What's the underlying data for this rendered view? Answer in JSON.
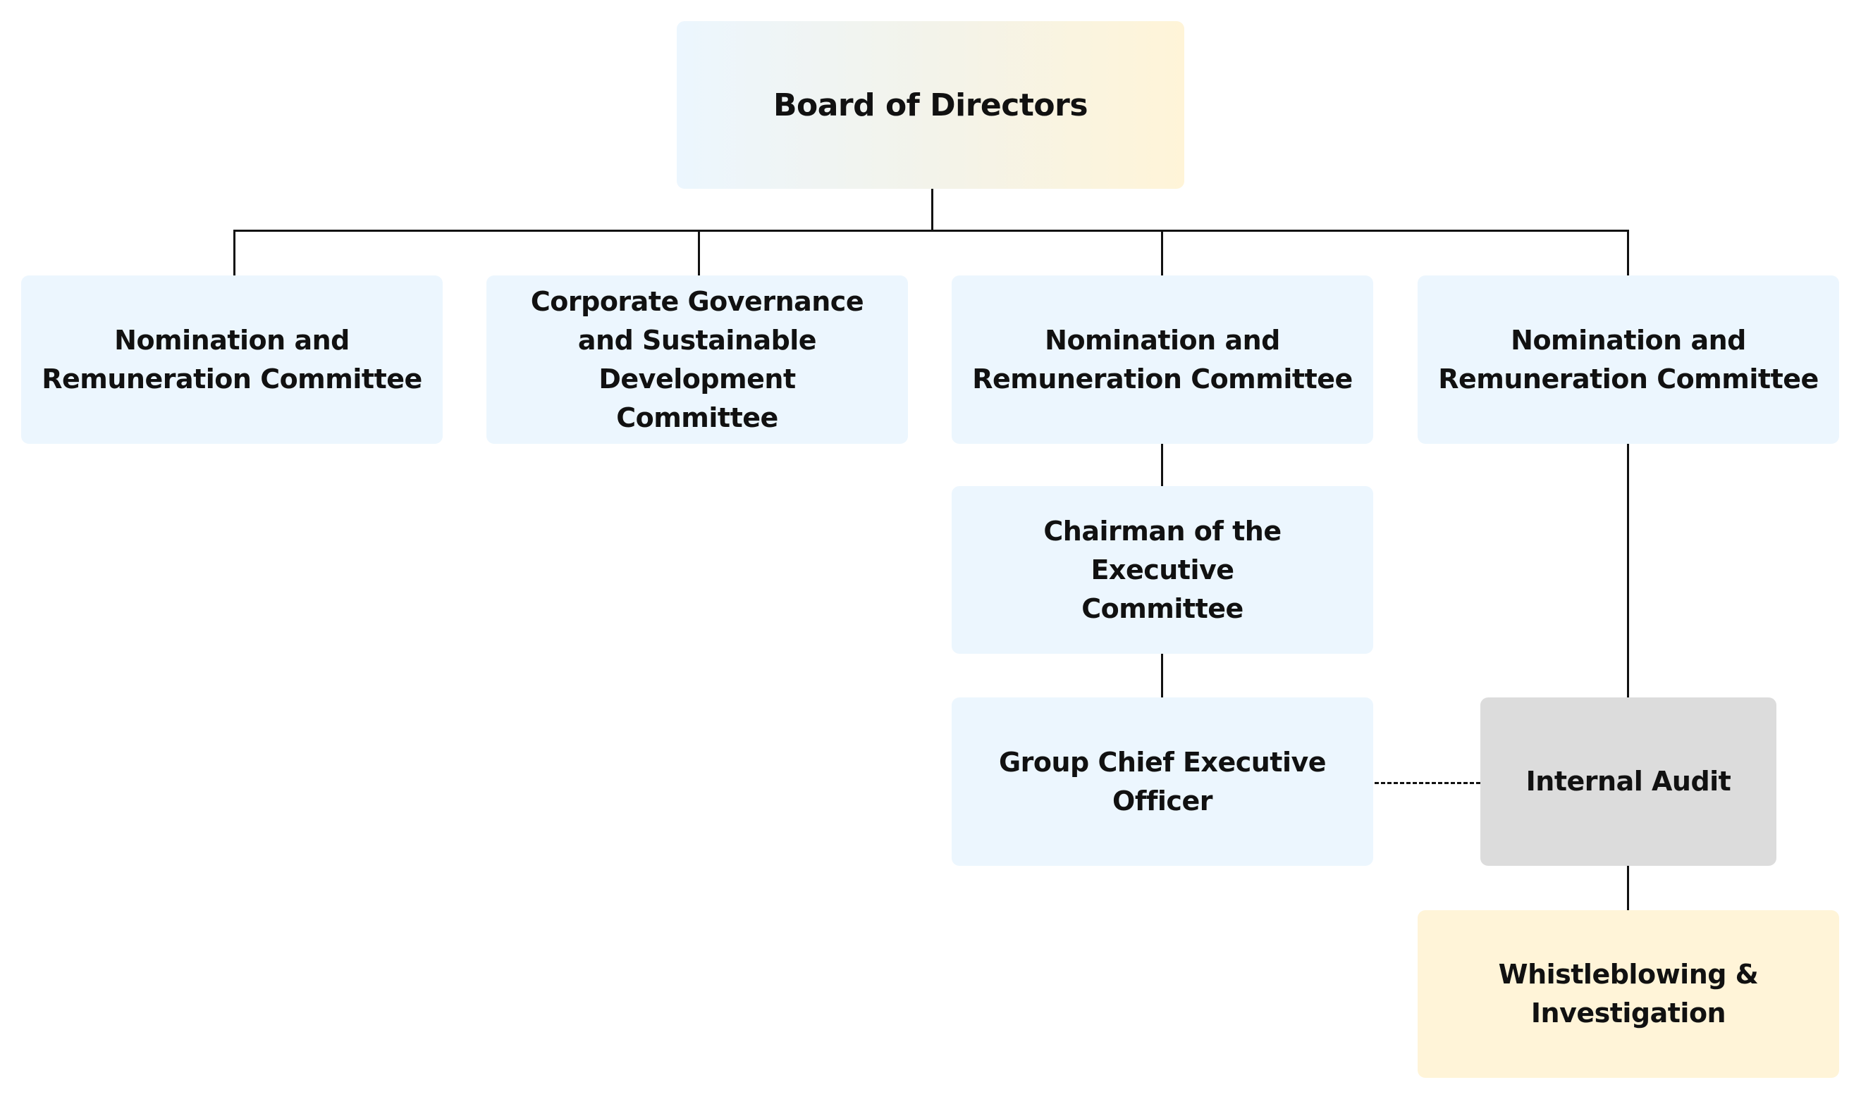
{
  "colors": {
    "blue_box": "#ecf6fe",
    "gray_box": "#dcdcdc",
    "yellow_box": "#fff4d8",
    "line": "#111111"
  },
  "nodes": {
    "board": "Board of Directors",
    "committee_1": "Nomination and Remuneration Committee",
    "committee_2": "Corporate Governance and Sustainable Development Committee",
    "committee_3": "Nomination and Remuneration Committee",
    "committee_4": "Nomination and Remuneration Committee",
    "chairman_exec": "Chairman of the Executive Committee",
    "gceo": "Group Chief Executive Officer",
    "internal_audit": "Internal Audit",
    "whistleblowing": "Whistleblowing & Investigation"
  }
}
